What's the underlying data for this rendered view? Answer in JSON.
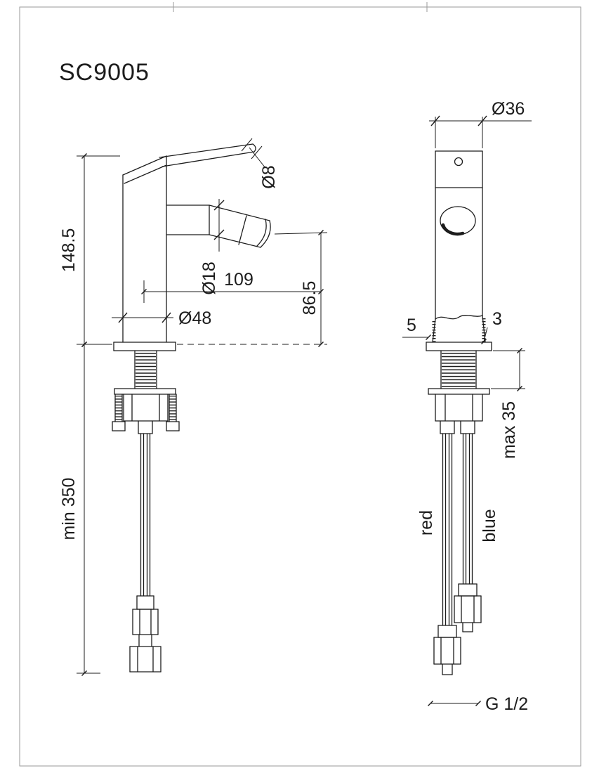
{
  "title": "SC9005",
  "colors": {
    "line": "#1c1c1c",
    "bg": "#ffffff",
    "frame": "#9a9a9a"
  },
  "side_view": {
    "height": "148.5",
    "lever_diameter": "Ø8",
    "spout_diameter": "Ø18",
    "reach": "109",
    "outlet_height": "86.5",
    "body_diameter": "Ø48",
    "hose_min_length": "min 350"
  },
  "front_view": {
    "top_diameter": "Ø36",
    "base_left": "5",
    "base_right": "3",
    "deck_thickness": "max 35",
    "hot_hose": "red",
    "cold_hose": "blue",
    "connection_thread": "G 1/2"
  }
}
